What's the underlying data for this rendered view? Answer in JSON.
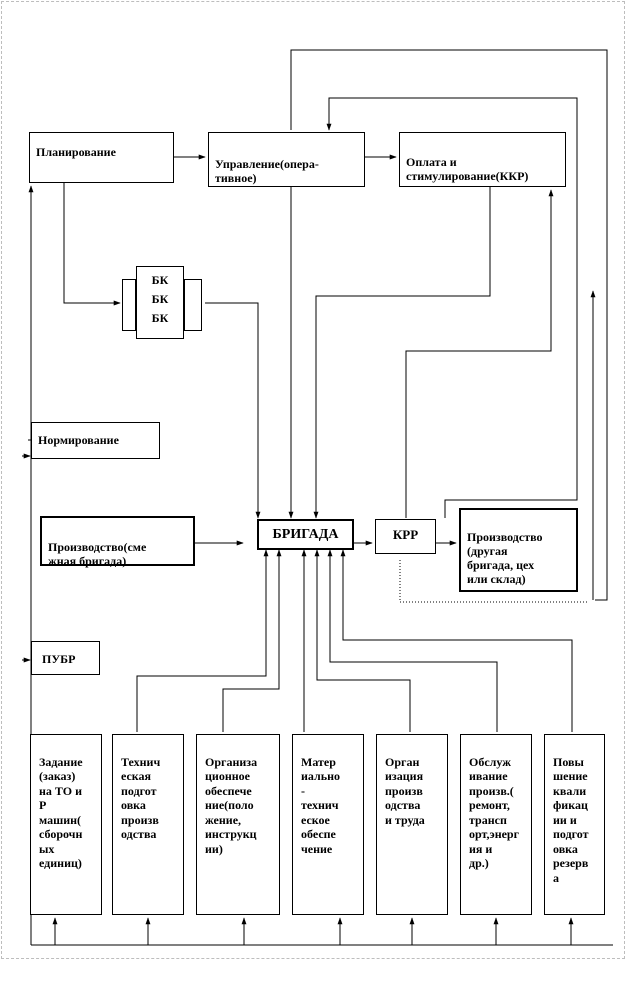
{
  "boxes": {
    "planning": "Планирование",
    "management": "Управление(опера-\nтивное)",
    "payment": "Оплата и\nстимулирование(ККР)",
    "bk": [
      "БК",
      "БК",
      "БК"
    ],
    "norming": "Нормирование",
    "production_shift": "Производство(сме\nжная бригада)",
    "brigade": "БРИГАДА",
    "krr": "КРР",
    "production_other": "Производство\n(другая\nбригада, цех\nили склад)",
    "pubr": "ПУБР"
  },
  "columns": [
    "Задание\n(заказ)\nна ТО и\nР\nмашин(\nсборочн\nых\nединиц)",
    "Технич\nеская\nподгот\nовка\nпроизв\nодства",
    "Организа\nционное\nобеспече\nние(поло\nжение,\nинструкц\nии)",
    "Матер\nиально\n-\nтехнич\nеское\nобеспе\nчение",
    "Орган\nизация\nпроизв\nодства\nи труда",
    "Обслуж\nивание\nпроизв.(\nремонт,\nтрансп\nорт,энерг\nия и\nдр.)",
    "Повы\nшение\nквали\nфикац\nии и\nподгот\nовка\nрезерв\nа"
  ]
}
